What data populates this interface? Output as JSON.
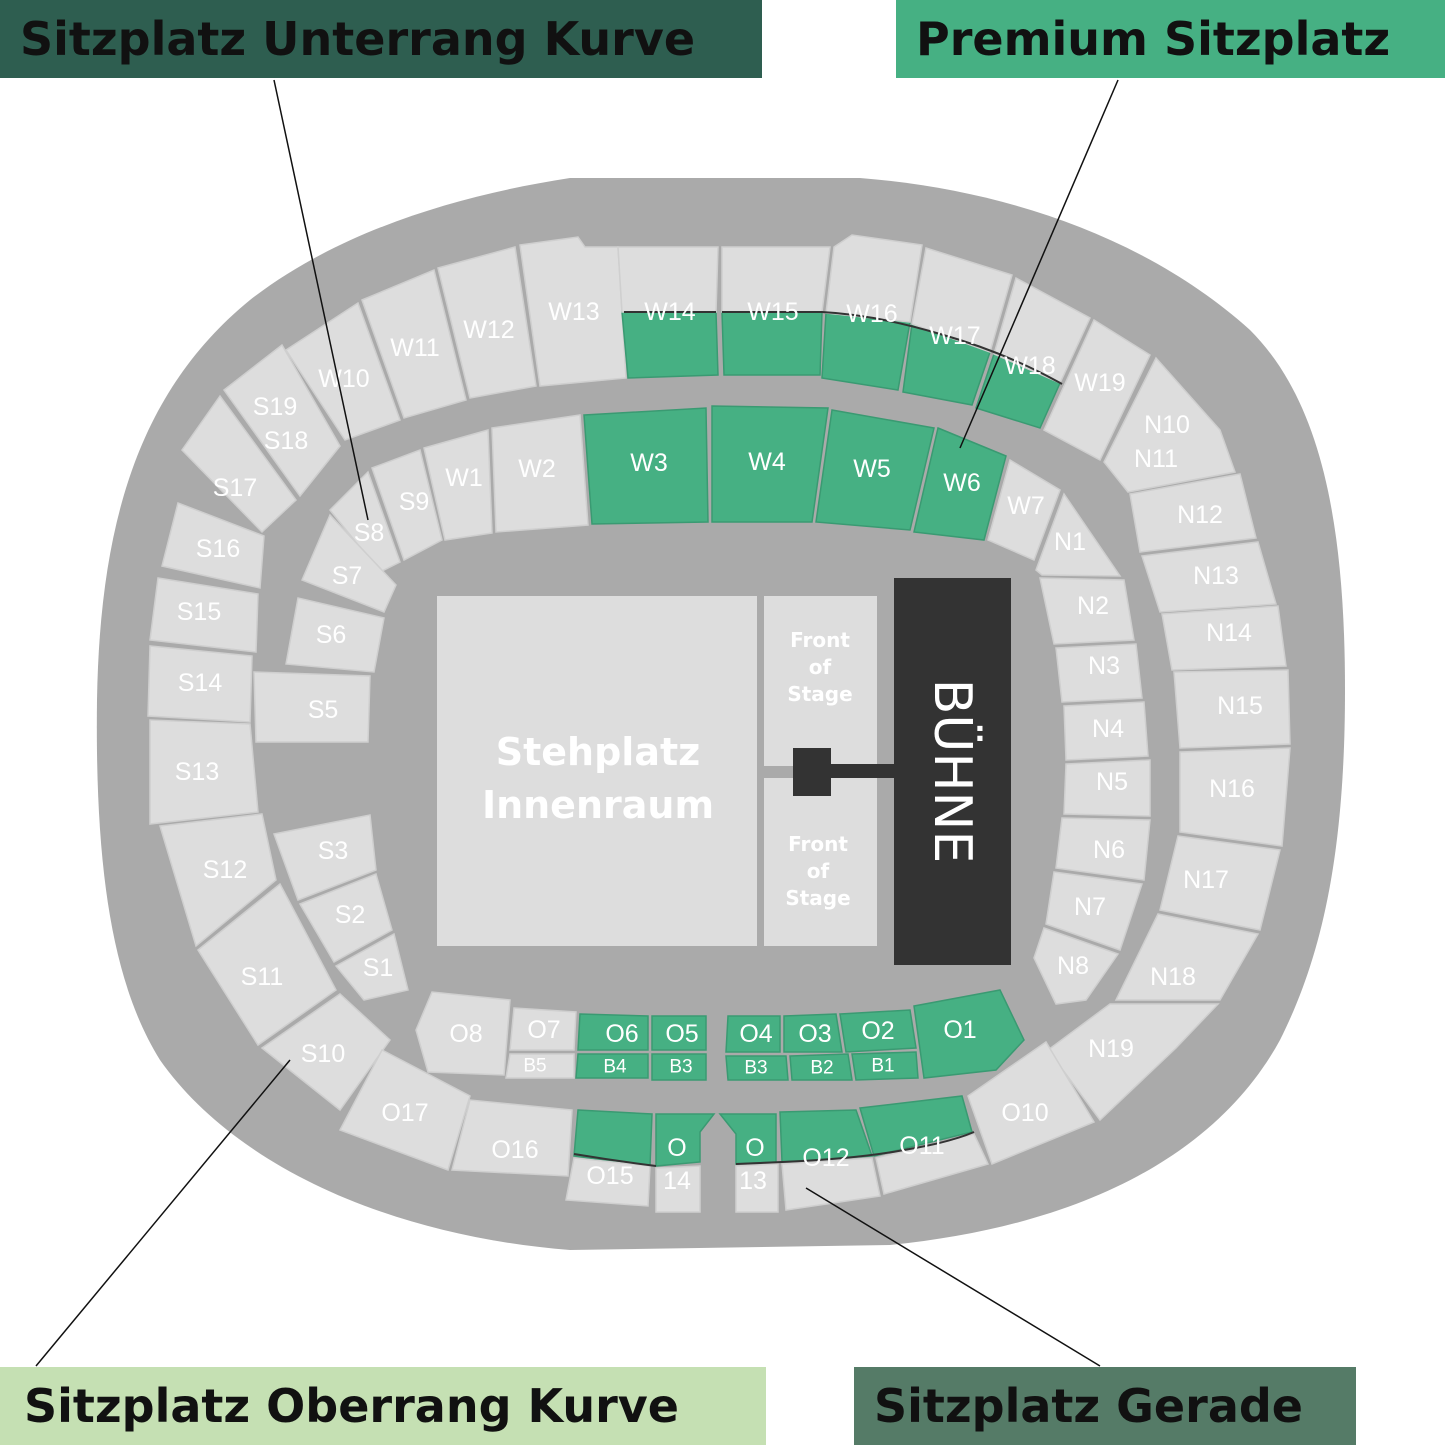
{
  "legend": {
    "unterrang_kurve": {
      "label": "Sitzplatz Unterrang Kurve",
      "color": "#2e5e50"
    },
    "premium": {
      "label": "Premium Sitzplatz",
      "color": "#46b083"
    },
    "oberrang_kurve": {
      "label": "Sitzplatz Oberrang Kurve",
      "color": "#c5e0b3"
    },
    "gerade": {
      "label": "Sitzplatz Gerade",
      "color": "#557b67"
    }
  },
  "colors": {
    "premium_section": "#46b083",
    "standard_section": "#dddddd",
    "stadium_bowl": "#aaaaaa",
    "stage": "#333333"
  },
  "field": {
    "standing": [
      "Stehplatz",
      "Innenraum"
    ],
    "front_of_stage_top": [
      "Front",
      "of",
      "Stage"
    ],
    "front_of_stage_bottom": [
      "Front",
      "of",
      "Stage"
    ],
    "stage": "BÜHNE"
  },
  "sections": {
    "w14": "W14",
    "w15": "W15",
    "w16": "W16",
    "w17": "W17",
    "w18": "W18",
    "w13": "W13",
    "w12": "W12",
    "w11": "W11",
    "w10": "W10",
    "w19": "W19",
    "w1": "W1",
    "w2": "W2",
    "w3": "W3",
    "w4": "W4",
    "w5": "W5",
    "w6": "W6",
    "w7": "W7",
    "s19": "S19",
    "s18": "S18",
    "s17": "S17",
    "s16": "S16",
    "s15": "S15",
    "s14": "S14",
    "s13": "S13",
    "s12": "S12",
    "s11": "S11",
    "s10": "S10",
    "s9": "S9",
    "s8": "S8",
    "s7": "S7",
    "s6": "S6",
    "s5": "S5",
    "s3": "S3",
    "s2": "S2",
    "s1": "S1",
    "n10": "N10",
    "n11": "N11",
    "n12": "N12",
    "n13": "N13",
    "n14": "N14",
    "n15": "N15",
    "n16": "N16",
    "n17": "N17",
    "n18": "N18",
    "n19": "N19",
    "n1": "N1",
    "n2": "N2",
    "n3": "N3",
    "n4": "N4",
    "n5": "N5",
    "n6": "N6",
    "n7": "N7",
    "n8": "N8",
    "o8": "O8",
    "o7": "O7",
    "o6": "O6",
    "o5": "O5",
    "o4": "O4",
    "o3": "O3",
    "o2": "O2",
    "o1": "O1",
    "b5": "B5",
    "b4": "B4",
    "b3a": "B3",
    "b3b": "B3",
    "b2": "B2",
    "b1": "B1",
    "o17": "O17",
    "o16": "O16",
    "o15": "O15",
    "o14a": "O",
    "o14b": "14",
    "o13a": "O",
    "o13b": "13",
    "o12": "O12",
    "o11": "O11",
    "o10": "O10"
  }
}
